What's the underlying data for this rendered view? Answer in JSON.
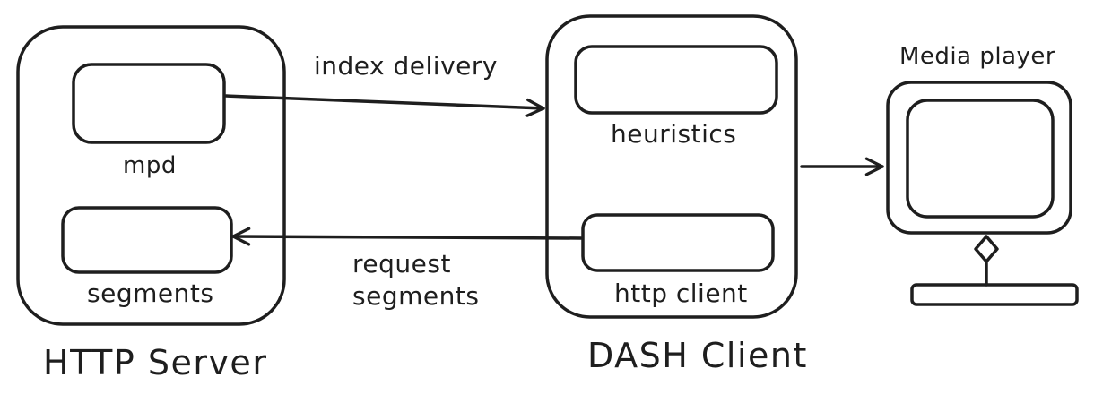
{
  "diagram": {
    "http_server": {
      "title": "HTTP Server",
      "mpd_label": "mpd",
      "segments_label": "segments"
    },
    "dash_client": {
      "title": "DASH Client",
      "heuristics_label": "heuristics",
      "http_client_label": "http client"
    },
    "media_player": {
      "title": "Media player"
    },
    "edges": {
      "index_delivery": "index delivery",
      "request_segments_line1": "request",
      "request_segments_line2": "segments"
    },
    "stroke_color": "#1e1e1e",
    "background_color": "#ffffff"
  }
}
